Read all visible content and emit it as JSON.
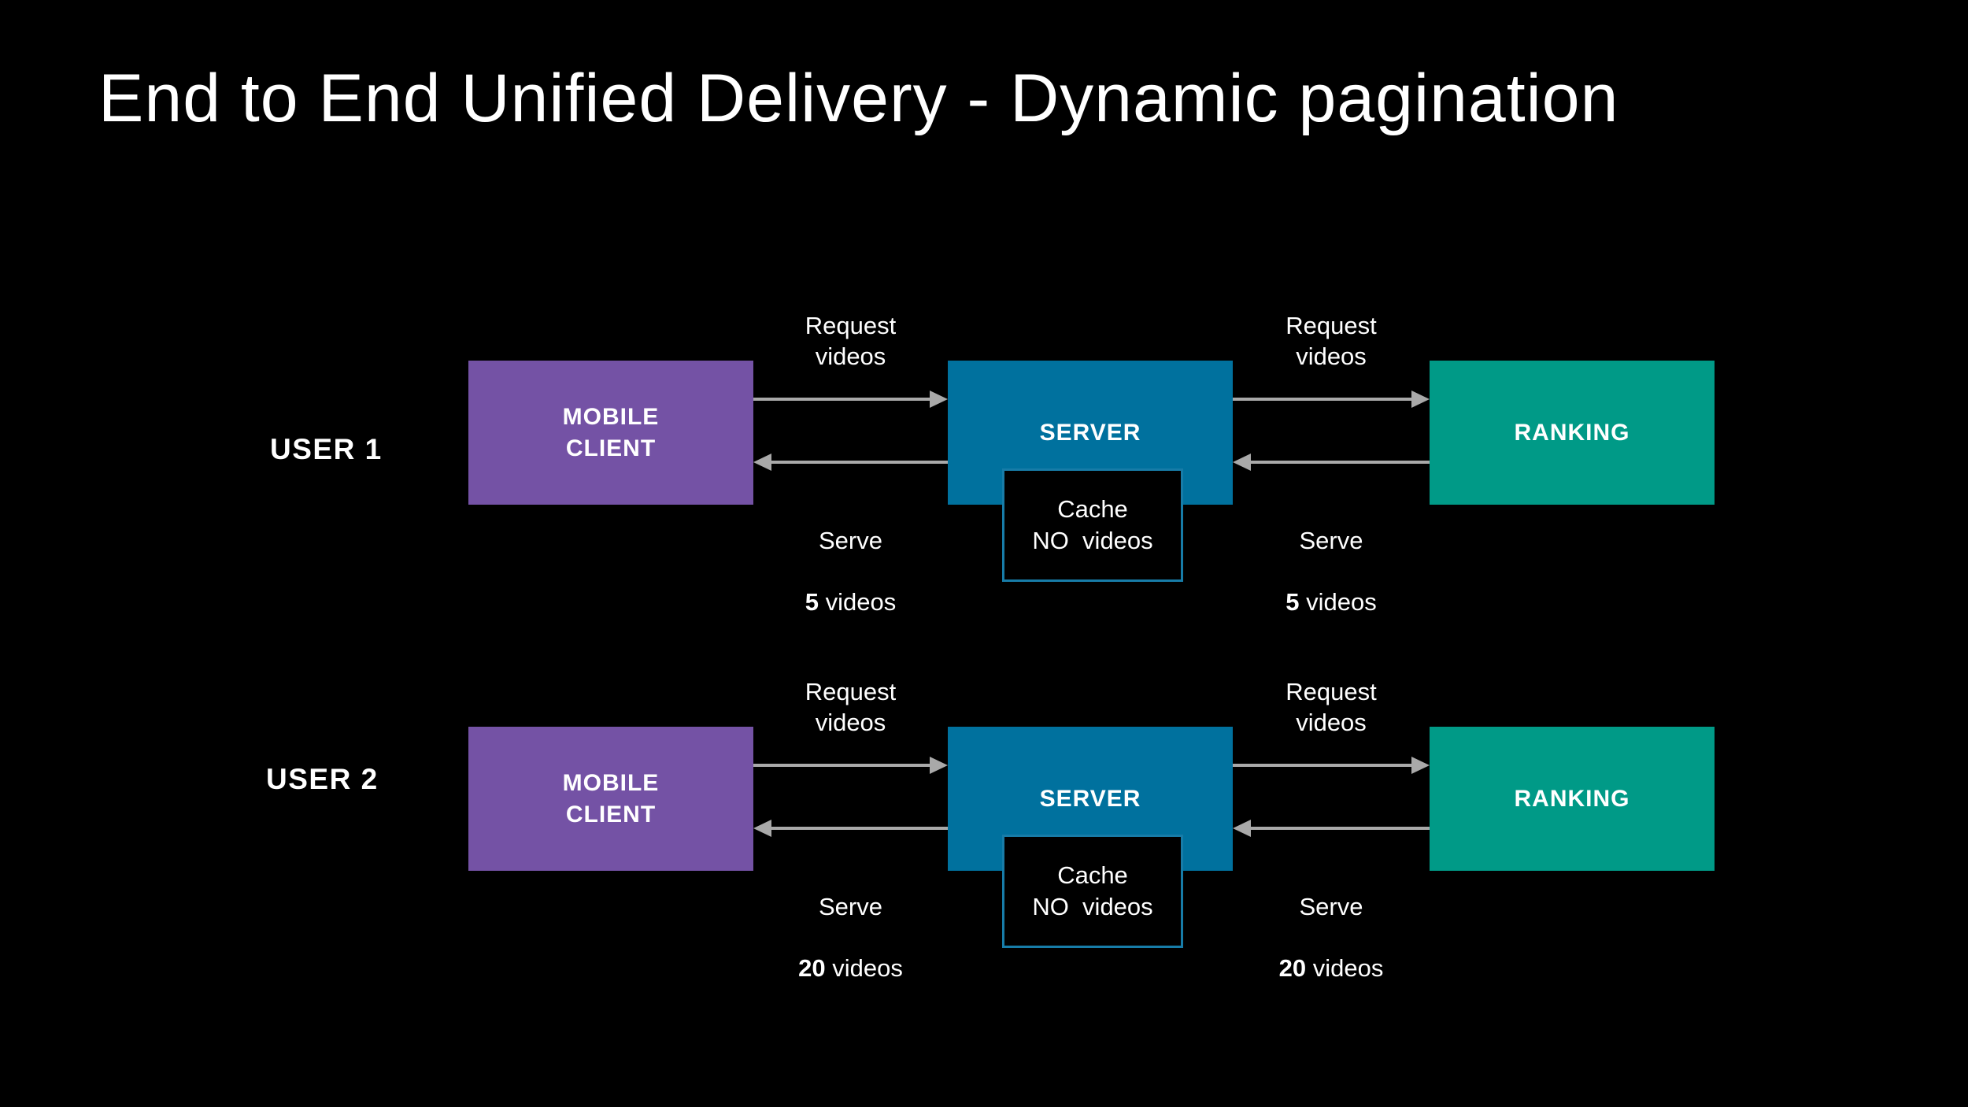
{
  "slide": {
    "title": "End to End Unified Delivery - Dynamic pagination",
    "background": "#000000"
  },
  "colors": {
    "mobile_client_fill": "#7452A5",
    "server_fill": "#00719E",
    "ranking_fill": "#009A87",
    "cache_fill": "#000000",
    "cache_border": "#177CA8",
    "arrow": "#A9A9A9",
    "text": "#FFFFFF"
  },
  "rows": [
    {
      "user_label": "USER 1",
      "mobile_client_label": "MOBILE\nCLIENT",
      "server_label": "SERVER",
      "ranking_label": "RANKING",
      "cache_label": "Cache\nNO  videos",
      "request_label": "Request\nvideos",
      "serve_label_prefix": "Serve",
      "serve_count": "5",
      "serve_unit": "videos"
    },
    {
      "user_label": "USER 2",
      "mobile_client_label": "MOBILE\nCLIENT",
      "server_label": "SERVER",
      "ranking_label": "RANKING",
      "cache_label": "Cache\nNO  videos",
      "request_label": "Request\nvideos",
      "serve_label_prefix": "Serve",
      "serve_count": "20",
      "serve_unit": "videos"
    }
  ]
}
